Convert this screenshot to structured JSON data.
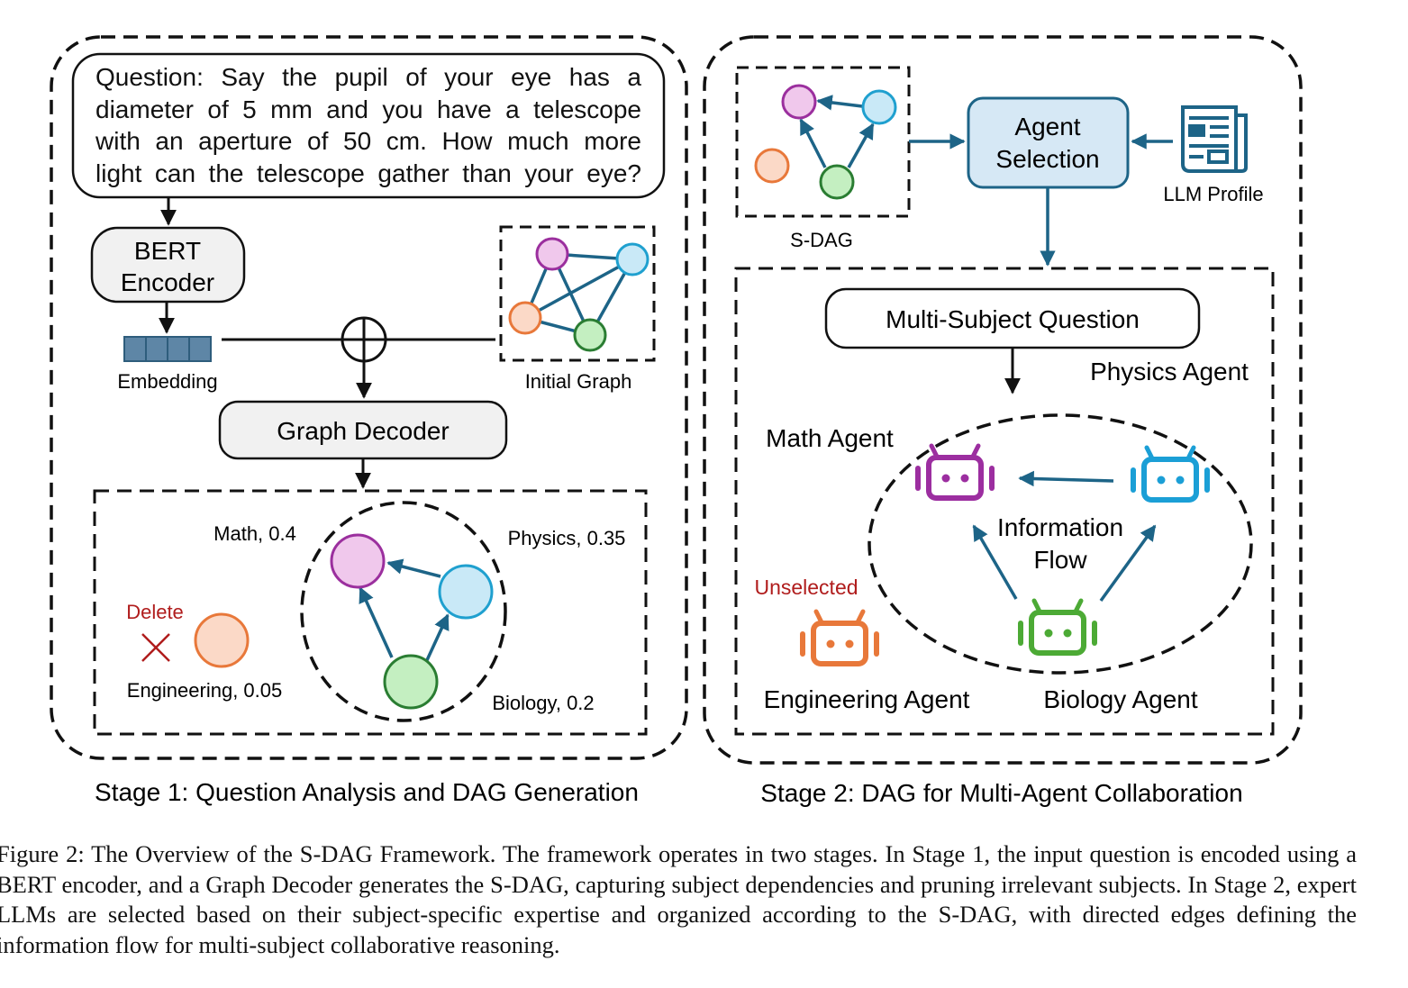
{
  "stage1": {
    "title": "Stage 1: Question Analysis and DAG Generation",
    "question_lines": [
      "Question: Say the pupil of your eye has a",
      "diameter of 5 mm and you have a telescope",
      "with an aperture of 50 cm. How much more",
      "light can the telescope gather than your eye?"
    ],
    "encoder_label_line1": "BERT",
    "encoder_label_line2": "Encoder",
    "embedding_label": "Embedding",
    "initial_graph_label": "Initial Graph",
    "decoder_label": "Graph Decoder",
    "delete_label": "Delete",
    "subjects": [
      {
        "name": "Math",
        "score": "0.4",
        "label": "Math, 0.4",
        "color_stroke": "#9b2f9e",
        "color_fill": "#f0c8ec"
      },
      {
        "name": "Physics",
        "score": "0.35",
        "label": "Physics, 0.35",
        "color_stroke": "#1fa0cf",
        "color_fill": "#c9e9f7"
      },
      {
        "name": "Biology",
        "score": "0.2",
        "label": "Biology, 0.2",
        "color_stroke": "#2a7d32",
        "color_fill": "#c4efc1"
      },
      {
        "name": "Engineering",
        "score": "0.05",
        "label": "Engineering, 0.05",
        "color_stroke": "#e8783a",
        "color_fill": "#fbd9c7"
      }
    ]
  },
  "stage2": {
    "title": "Stage 2: DAG for Multi-Agent Collaboration",
    "sdag_label": "S-DAG",
    "agent_selection_line1": "Agent",
    "agent_selection_line2": "Selection",
    "llm_profile_label": "LLM Profile",
    "multi_subject_question": "Multi-Subject Question",
    "info_flow_line1": "Information",
    "info_flow_line2": "Flow",
    "unselected_label": "Unselected",
    "agents": [
      {
        "name": "Math Agent",
        "color": "#9c2ea0"
      },
      {
        "name": "Physics Agent",
        "color": "#1b9fd6"
      },
      {
        "name": "Biology Agent",
        "color": "#4caa35"
      },
      {
        "name": "Engineering Agent",
        "color": "#e8783a"
      }
    ]
  },
  "colors": {
    "edge": "#1d6487",
    "delete_red": "#b01c1c",
    "agent_box_fill": "#d6e8f5",
    "agent_box_stroke": "#1d6487",
    "box_fill_gray": "#f1f1f1",
    "embedding_fill": "#5e86a6"
  },
  "caption": {
    "text": "Figure 2: The Overview of the S-DAG Framework. The framework operates in two stages. In Stage 1, the input question is encoded using a BERT encoder, and a Graph Decoder generates the S-DAG, capturing subject dependencies and pruning irrelevant subjects. In Stage 2, expert LLMs are selected based on their subject-specific expertise and organized according to the S-DAG, with directed edges defining the information flow for multi-subject collaborative reasoning."
  }
}
